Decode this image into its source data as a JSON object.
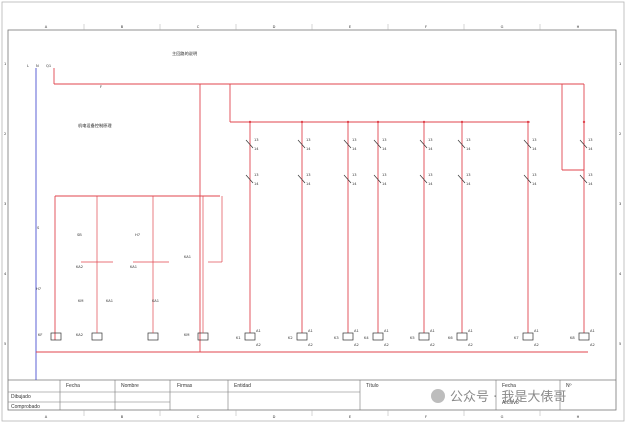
{
  "title_top": "主回路的说明",
  "title_left": "机电设备控制原理",
  "grid": {
    "columns": [
      "A",
      "B",
      "C",
      "D",
      "E",
      "F",
      "G",
      "H"
    ],
    "rows": [
      "1",
      "2",
      "3",
      "4",
      "5"
    ]
  },
  "supply": {
    "line": "L",
    "neutral": "N",
    "breaker": "Q1",
    "fuse": "F"
  },
  "left_devices": [
    "S",
    "H7",
    "KF",
    "SB",
    "H7",
    "KA2",
    "KA1",
    "KA1",
    "KM",
    "KA1",
    "KA2",
    "KM",
    "KA1"
  ],
  "outputs": [
    "K1",
    "K2",
    "K3",
    "K4",
    "K5",
    "K6",
    "K7",
    "K8"
  ],
  "title_block": {
    "fecha": "Fecha",
    "nombre": "Nombre",
    "firmas": "Firmas",
    "entidad": "Entidad",
    "titulo": "Título",
    "fecha2": "Fecha",
    "archivo": "Archivo",
    "numero": "Nº",
    "dibujado": "Dibujado",
    "comprobado": "Comprobado"
  },
  "watermark": "公众号 · 我是大俵哥",
  "colors": {
    "wire_red": "#e0454e",
    "wire_blue": "#4a4fd0",
    "ink": "#333333",
    "border": "#9a9a9a"
  }
}
